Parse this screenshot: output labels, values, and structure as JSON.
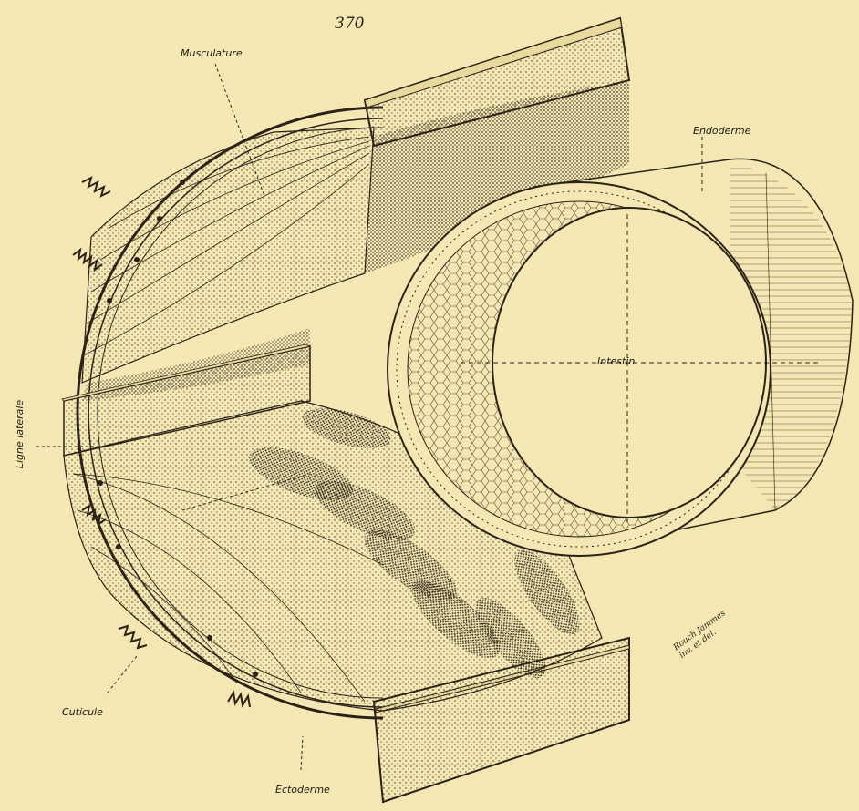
{
  "page_number": "370",
  "labels": {
    "musculature": "Musculature",
    "endoderme": "Endoderme",
    "intestin": "Intestin",
    "ligne_laterale": "Ligne laterale",
    "cuticule": "Cuticule",
    "ectoderme": "Ectoderme"
  },
  "signature": {
    "line1": "Rouch Jammes",
    "line2": "inv. et del."
  },
  "colors": {
    "paper": "#f4e7b3",
    "ink": "#1e1a12"
  }
}
